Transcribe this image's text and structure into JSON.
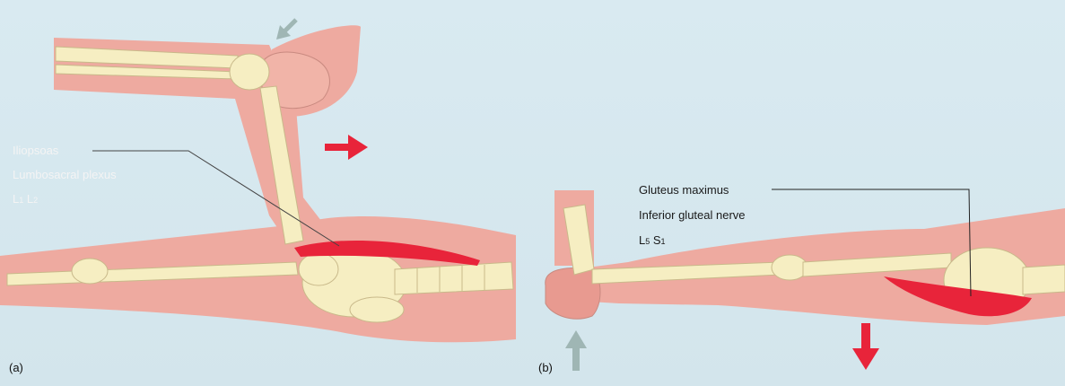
{
  "panels": [
    {
      "letter": "(a)",
      "muscle": "Iliopsoas",
      "nerve": "Lumbosacral plexus",
      "roots": [
        "L",
        "1",
        "L",
        "2"
      ]
    },
    {
      "letter": "(b)",
      "muscle": "Gluteus maximus",
      "nerve": "Inferior gluteal nerve",
      "roots": [
        "L",
        "5",
        "S",
        "1"
      ]
    }
  ],
  "colors": {
    "background": "#d5e7ee",
    "skin": "#eeaaa0",
    "bone": "#f6eec2",
    "muscle": "#e8243a",
    "force_arrow": "#e8243a",
    "resist_arrow": "#9fb6b4"
  }
}
